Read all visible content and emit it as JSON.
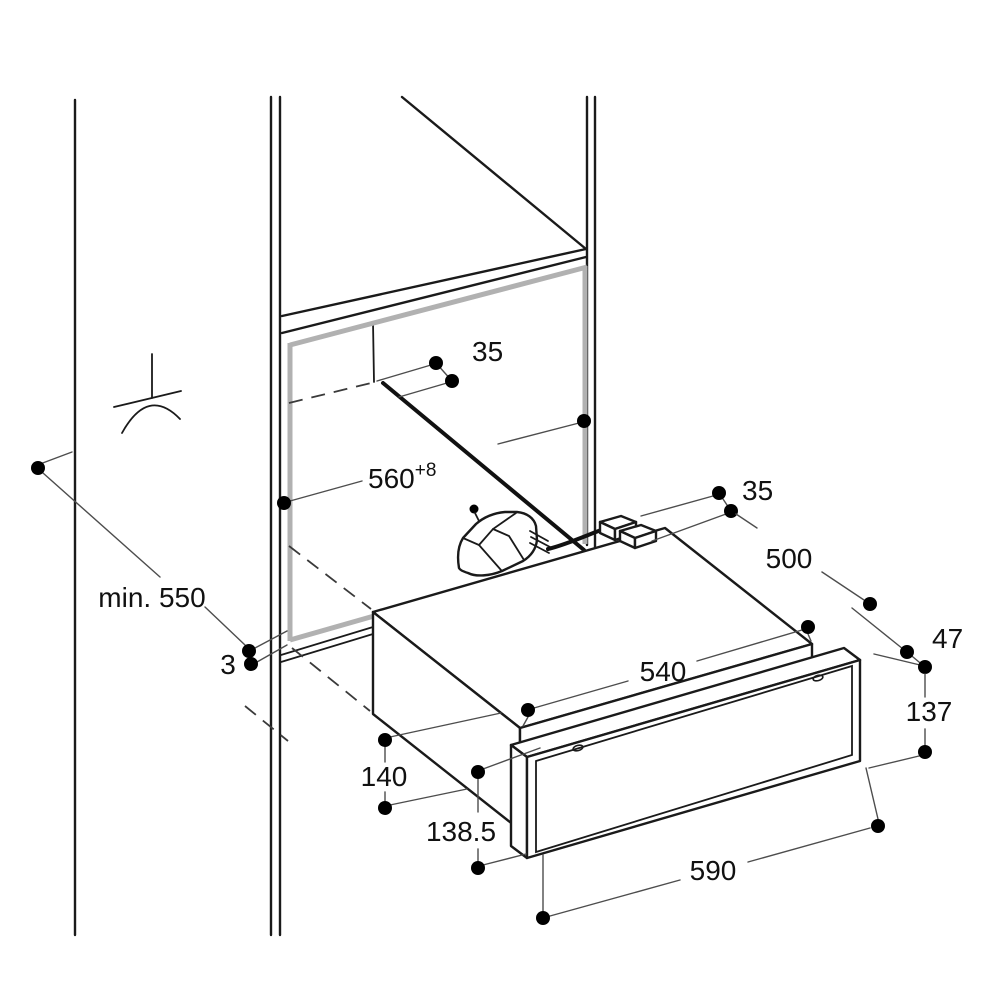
{
  "diagram": {
    "colors": {
      "line": "#1a1a1a",
      "accent_gray": "#b1b1b1",
      "background": "#ffffff",
      "dot": "#000000"
    },
    "dimensions": {
      "socket_offset_rear": "35",
      "niche_width": "560",
      "niche_width_tolerance": "+8",
      "side_offset_right": "35",
      "appliance_depth": "500",
      "front_gap": "47",
      "panel_height_right": "137",
      "body_width": "540",
      "body_height": "140",
      "panel_height_left": "138.5",
      "panel_width": "590",
      "min_cabinet_depth": "min. 550",
      "floor_gap": "3"
    }
  }
}
